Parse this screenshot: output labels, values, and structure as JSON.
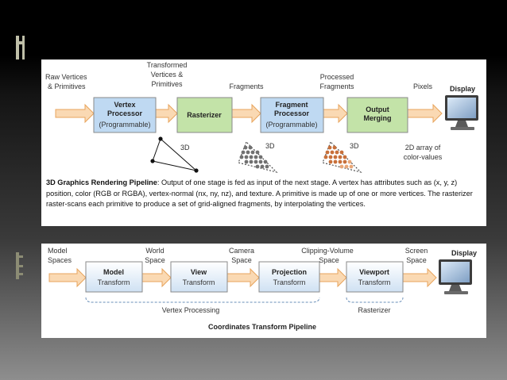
{
  "pipeline1": {
    "labels": {
      "raw": [
        "Raw Vertices",
        "& Primitives"
      ],
      "transformed": [
        "Transformed",
        "Vertices &",
        "Primitives"
      ],
      "fragments": "Fragments",
      "processed": [
        "Processed",
        "Fragments"
      ],
      "pixels": "Pixels",
      "display": "Display",
      "array": [
        "2D array of",
        "color-values"
      ]
    },
    "stages": [
      {
        "title": [
          "Vertex",
          "Processor"
        ],
        "sub": "(Programmable)",
        "color": "#bfd9f2"
      },
      {
        "title": [
          "Rasterizer"
        ],
        "sub": "",
        "color": "#c3e3a8"
      },
      {
        "title": [
          "Fragment",
          "Processor"
        ],
        "sub": "(Programmable)",
        "color": "#bfd9f2"
      },
      {
        "title": [
          "Output",
          "Merging"
        ],
        "sub": "",
        "color": "#c3e3a8"
      }
    ],
    "tags": [
      "3D",
      "3D",
      "3D"
    ],
    "caption": {
      "bold": "3D Graphics Rendering Pipeline",
      "text": ": Output of one stage is fed as input of the next stage. A vertex has attributes such as (x, y, z) position, color (RGB or RGBA), vertex-normal (nx, ny, nz), and texture. A primitive is made up of one or more vertices. The rasterizer raster-scans each primitive to produce a set of grid-aligned fragments, by interpolating the vertices."
    }
  },
  "pipeline2": {
    "labels": {
      "model": [
        "Model",
        "Spaces"
      ],
      "world": [
        "World",
        "Space"
      ],
      "camera": [
        "Camera",
        "Space"
      ],
      "clipping": [
        "Clipping-Volume",
        "Space"
      ],
      "screen": [
        "Screen",
        "Space"
      ],
      "display": "Display"
    },
    "stages": [
      {
        "title": "Model",
        "sub": "Transform"
      },
      {
        "title": "View",
        "sub": "Transform"
      },
      {
        "title": "Projection",
        "sub": "Transform"
      },
      {
        "title": "Viewport",
        "sub": "Transform"
      }
    ],
    "group_vertex": "Vertex Processing",
    "group_raster": "Rasterizer",
    "title": "Coordinates Transform Pipeline"
  },
  "colors": {
    "blue_box": "#bfd9f2",
    "green_box": "#c3e3a8",
    "arrow_fill": "#fad9b3",
    "arrow_stroke": "#e8a45c",
    "box_stroke": "#8a8a8a",
    "fragment_dark": "#707070",
    "fragment_orange": "#c8703a"
  }
}
